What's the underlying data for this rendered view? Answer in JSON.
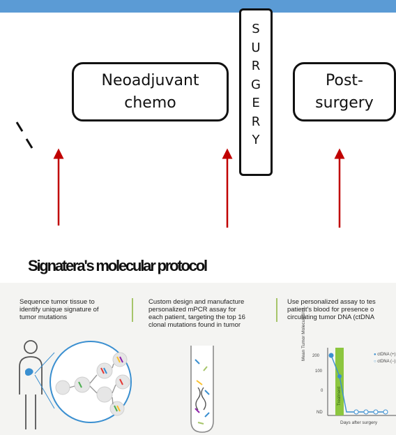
{
  "timeline": {
    "neoadjuvant_label_line1": "Neoadjuvant",
    "neoadjuvant_label_line2": "chemo",
    "surgery_letters": [
      "S",
      "U",
      "R",
      "G",
      "E",
      "R",
      "Y"
    ],
    "post_label_line1": "Post-",
    "post_label_line2": "surgery"
  },
  "protocol": {
    "title": "Signatera's molecular protocol",
    "steps": [
      {
        "line1": "Sequence tumor tissue to",
        "line2": "identify unique signature of",
        "line3": "tumor mutations"
      },
      {
        "line1": "Custom design and manufacture",
        "line2": "personalized mPCR assay for",
        "line3": "each patient, targeting the top 16",
        "line4": "clonal mutations found in tumor"
      },
      {
        "line1": "Use personalized assay to tes",
        "line2": "patient's blood for presence o",
        "line3": "circulating tumor DNA (ctDNA"
      }
    ],
    "mini_chart": {
      "ylabel": "Mean Tumor Molecules/mL",
      "xlabel": "Days after surgery",
      "y_ticks": [
        "200",
        "100",
        "0",
        "ND"
      ],
      "band_label": "Treatment",
      "legend": [
        "ctDNA (+)",
        "ctDNA (−)"
      ]
    }
  },
  "colors": {
    "top_bar": "#5b9bd5",
    "arrow": "#c00000",
    "panel_bg": "#f4f4f2",
    "accent_green": "#a6c56a",
    "chart_blue": "#3a8fd0"
  }
}
